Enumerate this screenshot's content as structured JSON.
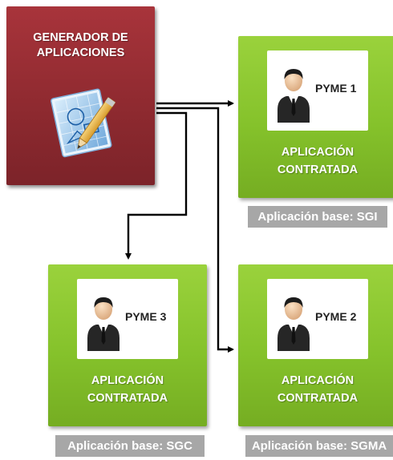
{
  "generator": {
    "title": "GENERADOR DE\nAPLICACIONES",
    "icon": "blueprint-pencil-icon",
    "color": "#9a3037"
  },
  "colors": {
    "pyme_box": "#85c22b",
    "base_label_bg": "#a7a7a7",
    "arrow": "#000000"
  },
  "pymes": [
    {
      "name": "PYME 1",
      "app_label": "APLICACIÓN\nCONTRATADA",
      "base_label": "Aplicación base: SGI",
      "icon": "businessman-icon"
    },
    {
      "name": "PYME 3",
      "app_label": "APLICACIÓN\nCONTRATADA",
      "base_label": "Aplicación base: SGC",
      "icon": "businessman-icon"
    },
    {
      "name": "PYME 2",
      "app_label": "APLICACIÓN\nCONTRATADA",
      "base_label": "Aplicación base: SGMA",
      "icon": "businessman-icon"
    }
  ]
}
